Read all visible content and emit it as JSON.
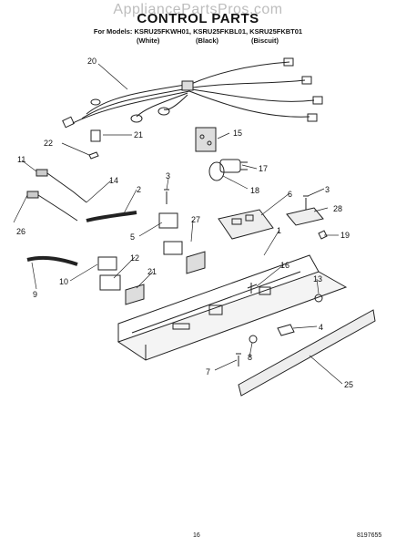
{
  "watermark": "AppliancePartsPros.com",
  "title": "CONTROL PARTS",
  "models": "For Models: KSRU25FKWH01, KSRU25FKBL01, KSRU25FKBT01",
  "variants": [
    "(White)",
    "(Black)",
    "(Biscuit)"
  ],
  "part_labels": [
    "20",
    "21",
    "22",
    "15",
    "11",
    "17",
    "3",
    "14",
    "18",
    "2",
    "6",
    "3",
    "27",
    "28",
    "26",
    "5",
    "1",
    "19",
    "12",
    "16",
    "10",
    "21",
    "13",
    "9",
    "4",
    "7",
    "8",
    "25"
  ],
  "footer": {
    "page": "16",
    "doc": "8197655"
  }
}
